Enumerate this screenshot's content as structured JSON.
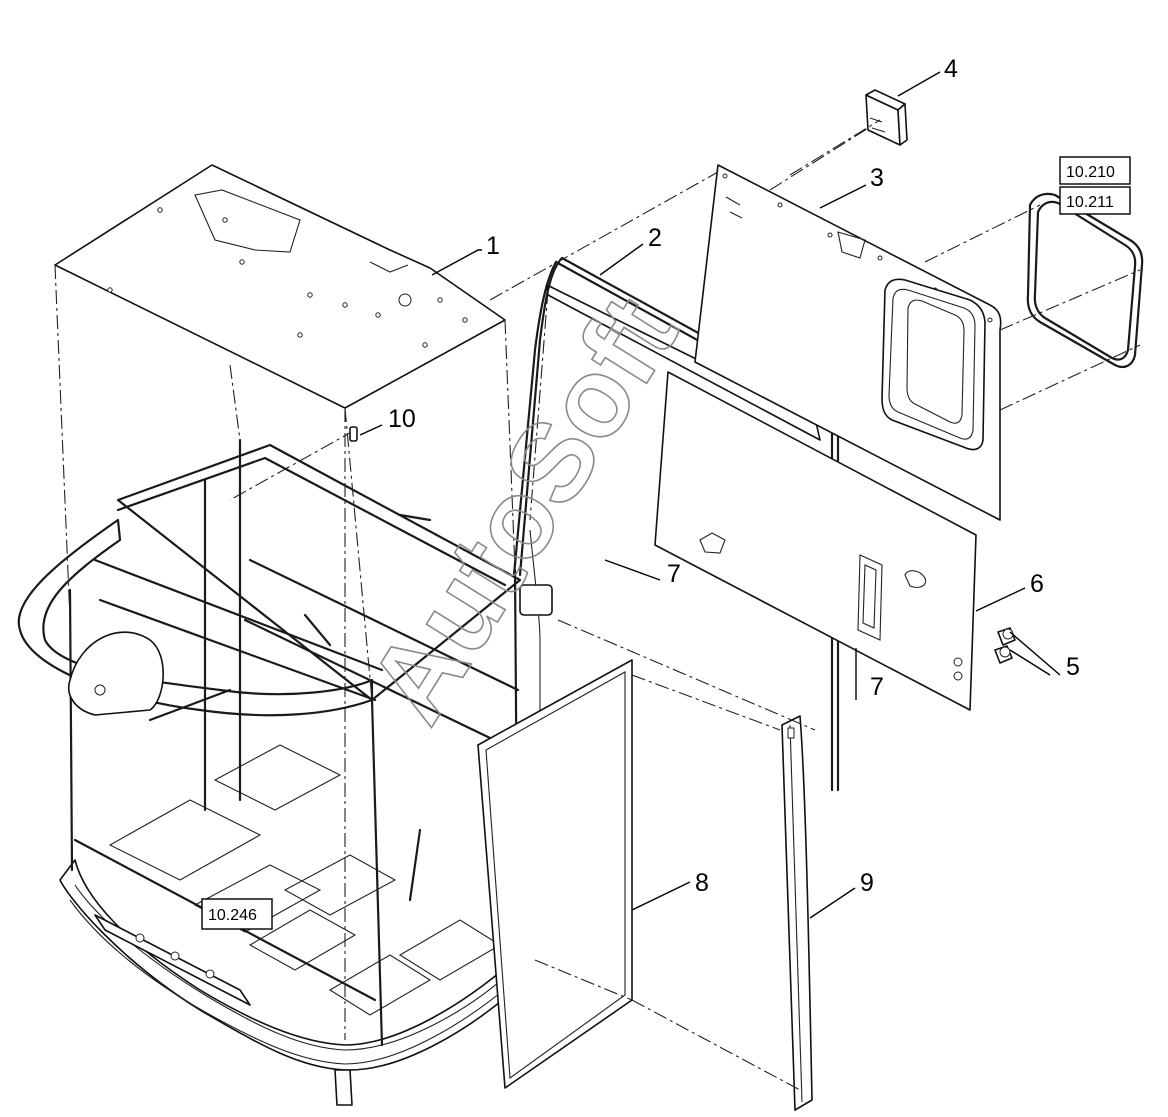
{
  "callouts": {
    "c1": "1",
    "c2": "2",
    "c3": "3",
    "c4": "4",
    "c5": "5",
    "c6": "6",
    "c7a": "7",
    "c7b": "7",
    "c8": "8",
    "c9": "9",
    "c10": "10"
  },
  "references": {
    "ref_a": "10.210",
    "ref_b": "10.211",
    "ref_c": "10.246"
  },
  "watermark": "AutoSoft"
}
